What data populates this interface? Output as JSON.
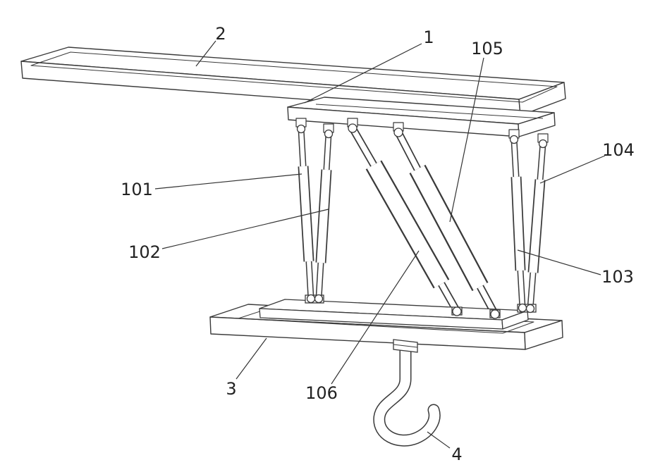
{
  "figure": {
    "background_color": "#ffffff",
    "line_color": "#3a3a3a",
    "labels": [
      {
        "text": "2"
      },
      {
        "text": "1"
      },
      {
        "text": "105"
      },
      {
        "text": "104"
      },
      {
        "text": "101"
      },
      {
        "text": "102"
      },
      {
        "text": "103"
      },
      {
        "text": "106"
      },
      {
        "text": "3"
      },
      {
        "text": "4"
      }
    ]
  }
}
